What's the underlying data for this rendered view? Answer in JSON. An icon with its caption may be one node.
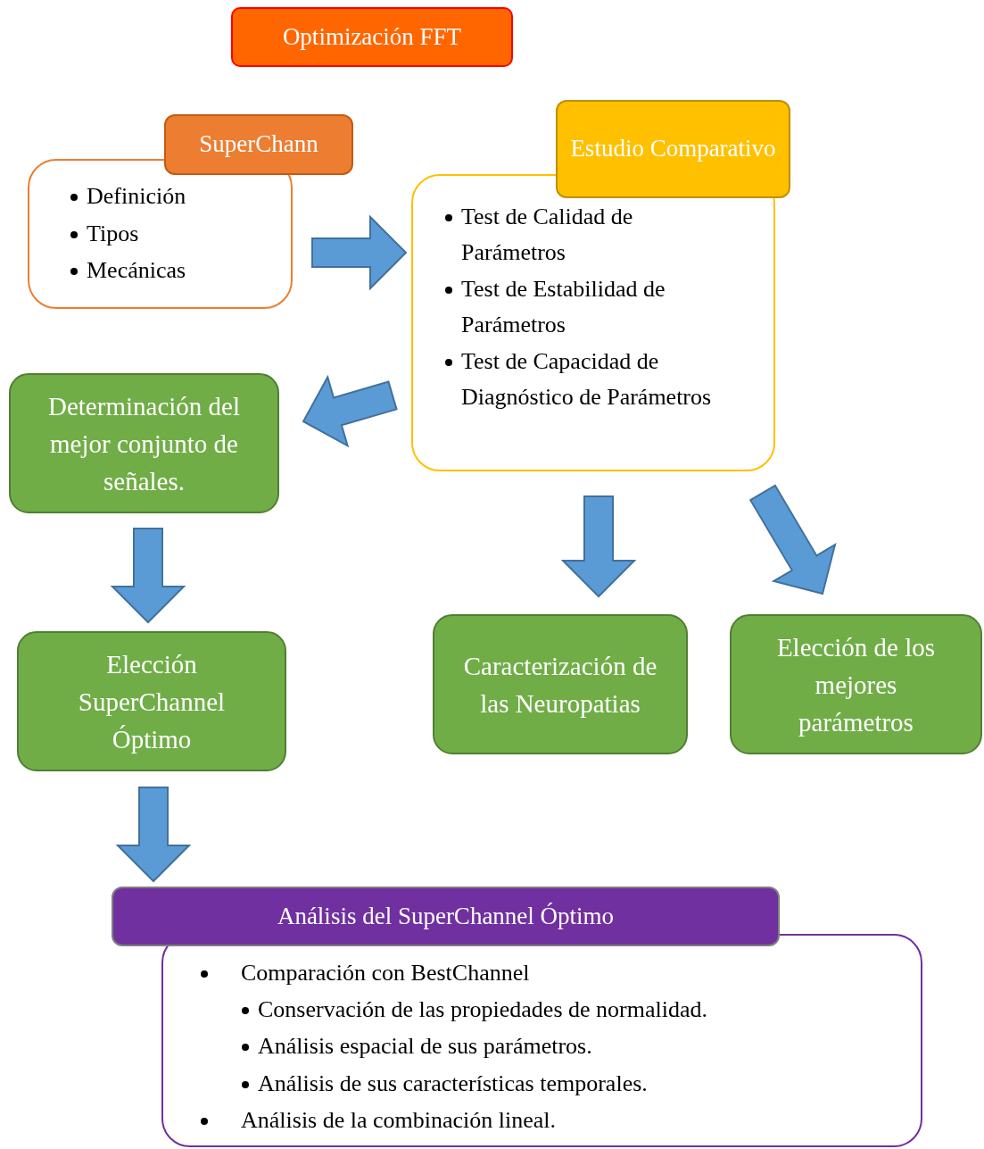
{
  "diagram": {
    "nodes": [
      {
        "text": [
          "Optimización FFT"
        ]
      },
      {
        "text": [
          "SuperChann",
          "Definición",
          "Tipos",
          "Mecánicas"
        ]
      },
      {
        "text": [
          "Estudio Comparativo",
          "Test de Calidad de Parámetros",
          "Test de Estabilidad de Parámetros",
          "Test de Capacidad de Diagnóstico de Parámetros"
        ]
      },
      {
        "text": [
          "Determinación del mejor conjunto de señales."
        ]
      },
      {
        "text": [
          "Elección SuperChannel Óptimo"
        ]
      },
      {
        "text": [
          "Caracterización de las Neuropatias"
        ]
      },
      {
        "text": [
          "Elección de los mejores parámetros"
        ]
      },
      {
        "text": [
          "Análisis del SuperChannel Óptimo",
          "Comparación con BestChannel",
          "Conservación de las propiedades de normalidad.",
          "Análisis espacial de sus parámetros.",
          "Análisis de sus características temporales.",
          "Análisis de la combinación lineal."
        ]
      }
    ],
    "edges": [
      {
        "from": 1,
        "to": 2,
        "arrow": "to"
      },
      {
        "from": 2,
        "to": 3,
        "arrow": "to"
      },
      {
        "from": 3,
        "to": 4,
        "arrow": "to"
      },
      {
        "from": 2,
        "to": 5,
        "arrow": "to"
      },
      {
        "from": 2,
        "to": 6,
        "arrow": "to"
      },
      {
        "from": 4,
        "to": 7,
        "arrow": "to"
      }
    ]
  }
}
